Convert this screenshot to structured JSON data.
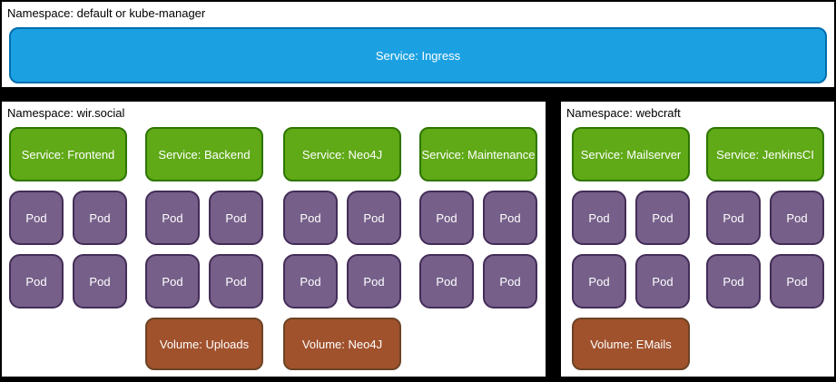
{
  "page": {
    "background_color": "#000000",
    "panel_color": "#ffffff"
  },
  "colors": {
    "ingress_fill": "#1ba1e2",
    "ingress_border": "#006eaf",
    "service_fill": "#60a917",
    "service_border": "#2d7600",
    "pod_fill": "#76608a",
    "pod_border": "#432d57",
    "volume_fill": "#a0522d",
    "volume_border": "#6d4324",
    "node_text": "#ffffff",
    "label_text": "#000000"
  },
  "labels": {
    "pod": "Pod"
  },
  "top_section": {
    "namespace_label": "Namespace: default or kube-manager",
    "ingress_label": "Service: Ingress"
  },
  "wir_social": {
    "namespace_label": "Namespace: wir.social",
    "columns": [
      {
        "service": "Service: Frontend",
        "pod_count": 4,
        "volume": null
      },
      {
        "service": "Service: Backend",
        "pod_count": 4,
        "volume": "Volume: Uploads"
      },
      {
        "service": "Service: Neo4J",
        "pod_count": 4,
        "volume": "Volume: Neo4J"
      },
      {
        "service": "Service: Maintenance",
        "pod_count": 4,
        "volume": null
      }
    ]
  },
  "webcraft": {
    "namespace_label": "Namespace: webcraft",
    "columns": [
      {
        "service": "Service: Mailserver",
        "pod_count": 4,
        "volume": "Volume: EMails"
      },
      {
        "service": "Service: JenkinsCI",
        "pod_count": 4,
        "volume": null
      }
    ]
  }
}
